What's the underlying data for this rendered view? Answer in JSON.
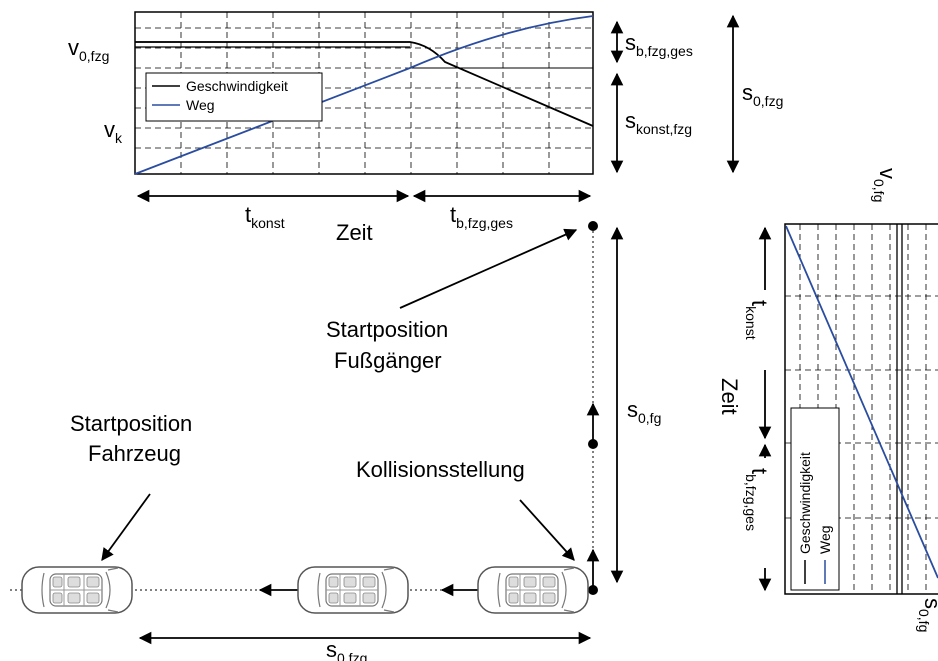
{
  "top_chart": {
    "legend": [
      "Geschwindigkeit",
      "Weg"
    ],
    "y_labels": {
      "v0": "v",
      "v0_sub": "0,fzg",
      "vk": "v",
      "vk_sub": "k"
    },
    "right_labels": {
      "sb": "s",
      "sb_sub": "b,fzg,ges",
      "skonst": "s",
      "skonst_sub": "konst,fzg",
      "s0": "s",
      "s0_sub": "0,fzg"
    },
    "time_labels": {
      "tkonst": "t",
      "tkonst_sub": "konst",
      "tb": "t",
      "tb_sub": "b,fzg,ges",
      "zeit": "Zeit"
    },
    "colors": {
      "speed": "#000000",
      "distance": "#2b4da0"
    }
  },
  "right_chart": {
    "legend": [
      "Geschwindigkeit",
      "Weg"
    ],
    "v_label": "v",
    "v_sub": "0,fg",
    "s_label": "s",
    "s_sub": "0,fg",
    "tkonst": "t",
    "tkonst_sub": "konst",
    "tb": "t",
    "tb_sub": "b,fzg,ges",
    "zeit": "Zeit"
  },
  "scene": {
    "start_pedestrian_line1": "Startposition",
    "start_pedestrian_line2": "Fußgänger",
    "start_vehicle_line1": "Startposition",
    "start_vehicle_line2": "Fahrzeug",
    "collision": "Kollisionsstellung",
    "s0fg": "s",
    "s0fg_sub": "0,fg",
    "s0fzg": "s",
    "s0fzg_sub": "0,fzg"
  }
}
